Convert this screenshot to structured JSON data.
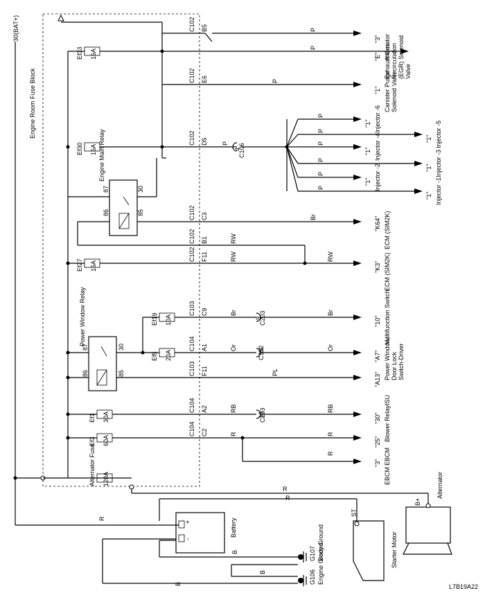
{
  "bat_label": "30(BAT+)",
  "fuse_block_label": "Engine Room Fuse Block",
  "diagram_id": "L7B19A22",
  "fuses": [
    {
      "name": "Ef33",
      "rating": "15A"
    },
    {
      "name": "Ef30",
      "rating": "15A"
    },
    {
      "name": "Ef27",
      "rating": "15A"
    },
    {
      "name": "Ef19",
      "rating": "10A"
    },
    {
      "name": "Ef5",
      "rating": "20A"
    },
    {
      "name": "Ef1",
      "rating": "30A"
    },
    {
      "name": "Ef3",
      "rating": "60A"
    },
    {
      "name": "Alternator Fuse",
      "rating": "120A"
    }
  ],
  "relays": {
    "main": {
      "name": "Engine Main Relay",
      "pins": [
        "87",
        "30",
        "86",
        "85"
      ]
    },
    "window": {
      "name": "Power Window Relay",
      "pins": [
        "87",
        "30",
        "86",
        "85"
      ]
    }
  },
  "rows": [
    {
      "conn": "C102",
      "pin": "B5",
      "wire": "P",
      "end": "\"3\"",
      "dest": "Alternator"
    },
    {
      "conn": "",
      "pin": "",
      "wire": "P",
      "end": "\"E\"",
      "dest": "Exhaust Gas Recirculation (EGR) Solenoid Valve"
    },
    {
      "conn": "C102",
      "pin": "E6",
      "wire": "P",
      "end": "\"1\"",
      "dest": "Canister Purge Solenoid Valve"
    },
    {
      "conn": "C102",
      "pin": "D5",
      "wire": "P",
      "end": "",
      "dest": ""
    },
    {
      "conn": "C102",
      "pin": "C3",
      "wire": "Br",
      "end": "\"K64\"",
      "dest": "ECM (SIM2K)"
    },
    {
      "conn": "C102",
      "pin": "B1",
      "wire": "RW",
      "end": "",
      "dest": ""
    },
    {
      "conn": "C102",
      "pin": "F11",
      "wire": "RW",
      "end": "\"K3\"",
      "dest": "ECM (SIM2K)"
    },
    {
      "conn": "C103",
      "pin": "C9",
      "wire": "Br",
      "end": "\"10\"",
      "dest": "Multifunction Switch"
    },
    {
      "conn": "C104",
      "pin": "A1",
      "wire": "Or",
      "end": "\"A7\"",
      "dest": "Power Window/ Door Lock Switch-Driver"
    },
    {
      "conn": "C103",
      "pin": "F11",
      "wire": "PL",
      "end": "\"A13\"",
      "dest": "ISU"
    },
    {
      "conn": "C104",
      "pin": "A2",
      "wire": "RB",
      "end": "\"30\"",
      "dest": "Blower Relay"
    },
    {
      "conn": "C104",
      "pin": "C2",
      "wire": "R",
      "end": "\"25\"",
      "dest": "EBCM"
    },
    {
      "conn": "",
      "pin": "",
      "wire": "R",
      "end": "\"3\"",
      "dest": "EBCM"
    }
  ],
  "splices": {
    "d5": "C106",
    "d5_pin": "4",
    "c9": "C203",
    "c9_pin": "9",
    "a1": "C352",
    "a1_pin": "18",
    "a2": "C203",
    "a2_pin": "13"
  },
  "injectors": [
    {
      "wire": "P",
      "end": "\"1\"",
      "dest": "Injector -6"
    },
    {
      "wire": "P",
      "end": "\"1\"",
      "dest": "Injector -5"
    },
    {
      "wire": "P",
      "end": "\"1\"",
      "dest": "Injector -4"
    },
    {
      "wire": "P",
      "end": "\"1\"",
      "dest": "Injector -3"
    },
    {
      "wire": "P",
      "end": "\"1\"",
      "dest": "Injector -2"
    },
    {
      "wire": "P",
      "end": "\"1\"",
      "dest": "Injector -1"
    }
  ],
  "bottom": {
    "battery": "Battery",
    "plus": "+",
    "minus": "-",
    "alternator": "Alternator",
    "bplus": "B+",
    "starter": "Starter Motor",
    "st": "ST",
    "g107": "G107",
    "g107_label": "Body Ground",
    "g106": "G106",
    "g106_label": "Engine Ground",
    "wire_r": "R",
    "wire_b": "B"
  }
}
